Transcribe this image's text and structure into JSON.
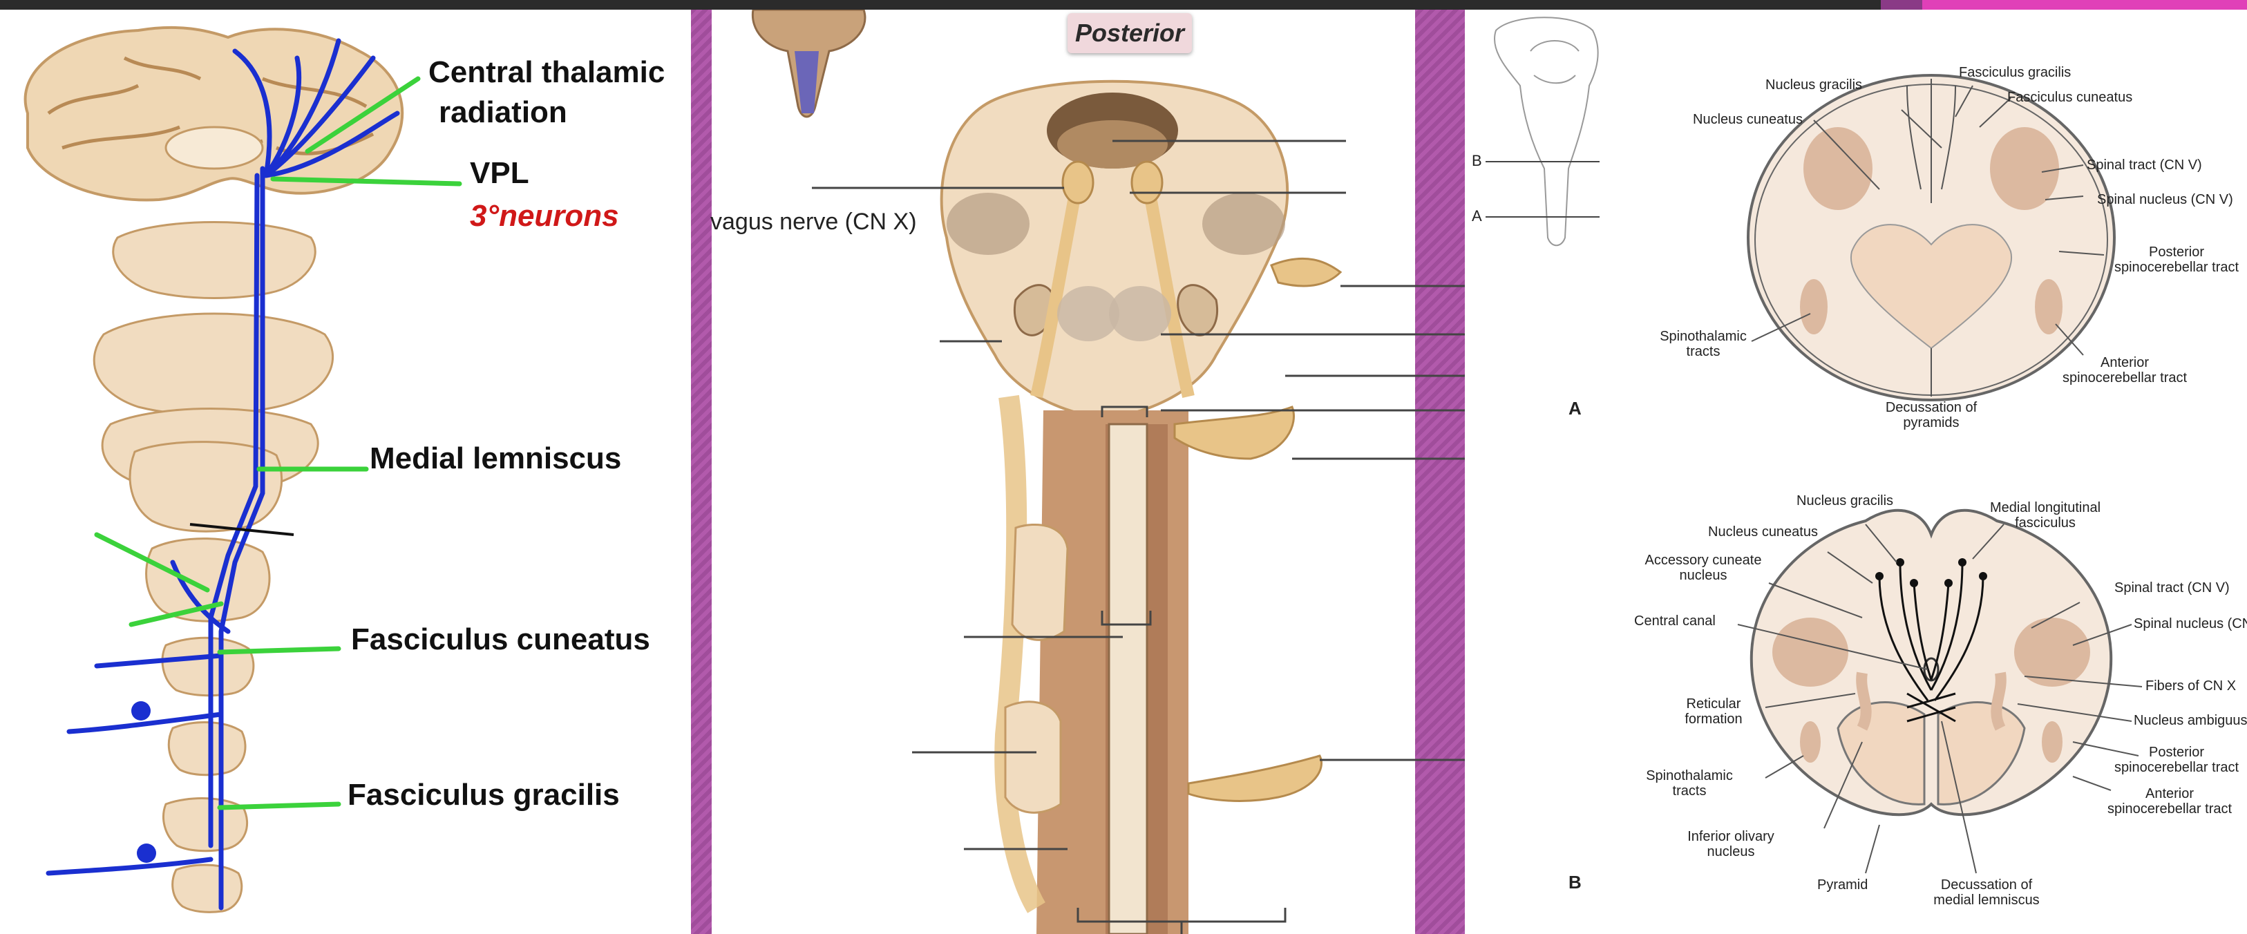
{
  "colors": {
    "pathway": "#1a2fd0",
    "pointer": "#3bd23b",
    "tissue": "#f1dcc0",
    "purple_frame": "#a04d9b"
  },
  "panel_left": {
    "labels": {
      "central_thalamic": "Central thalamic",
      "radiation": "radiation",
      "vpl": "VPL",
      "third_neurons": "3°neurons",
      "medial_lemniscus": "Medial lemniscus",
      "fasciculus_cuneatus": "Fasciculus cuneatus",
      "fasciculus_gracilis": "Fasciculus gracilis"
    }
  },
  "panel_middle": {
    "posterior": "Posterior",
    "vagus": "vagus nerve (CN X)"
  },
  "panel_right": {
    "guide_letters": {
      "b": "B",
      "a": "A"
    },
    "section_a": {
      "letter": "A",
      "nucleus_gracilis": "Nucleus gracilis",
      "fasciculus_gracilis": "Fasciculus gracilis",
      "fasciculus_cuneatus": "Fasciculus cuneatus",
      "nucleus_cuneatus": "Nucleus cuneatus",
      "spinal_tract": "Spinal tract (CN V)",
      "spinal_nucleus": "Spinal nucleus (CN V)",
      "posterior_sc_1": "Posterior",
      "posterior_sc_2": "spinocerebellar tract",
      "spinothalamic_1": "Spinothalamic",
      "spinothalamic_2": "tracts",
      "anterior_sc_1": "Anterior",
      "anterior_sc_2": "spinocerebellar tract",
      "decussation_1": "Decussation of",
      "decussation_2": "pyramids"
    },
    "section_b": {
      "letter": "B",
      "nucleus_gracilis": "Nucleus gracilis",
      "medial_long_1": "Medial longitutinal",
      "medial_long_2": "fasciculus",
      "nucleus_cuneatus": "Nucleus cuneatus",
      "accessory_1": "Accessory cuneate",
      "accessory_2": "nucleus",
      "spinal_tract": "Spinal tract (CN V)",
      "central_canal": "Central canal",
      "spinal_nucleus": "Spinal nucleus (CN",
      "fibers_cnx": "Fibers of CN X",
      "reticular_1": "Reticular",
      "reticular_2": "formation",
      "nucleus_ambiguus": "Nucleus ambiguus",
      "posterior_sc_1": "Posterior",
      "posterior_sc_2": "spinocerebellar tract",
      "spinothalamic_1": "Spinothalamic",
      "spinothalamic_2": "tracts",
      "anterior_sc_1": "Anterior",
      "anterior_sc_2": "spinocerebellar tract",
      "olivary_1": "Inferior olivary",
      "olivary_2": "nucleus",
      "pyramid": "Pyramid",
      "decussation_1": "Decussation of",
      "decussation_2": "medial lemniscus"
    }
  }
}
